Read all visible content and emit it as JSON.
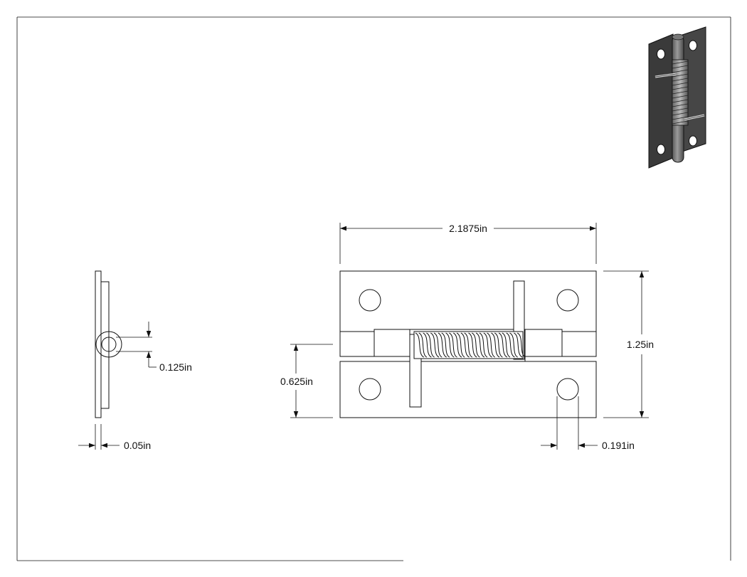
{
  "drawing": {
    "dimensions": {
      "overall_length": "2.1875in",
      "overall_height": "1.25in",
      "half_height": "0.625in",
      "hole_diameter": "0.191in",
      "pin_diameter": "0.125in",
      "leaf_thickness": "0.05in"
    }
  }
}
